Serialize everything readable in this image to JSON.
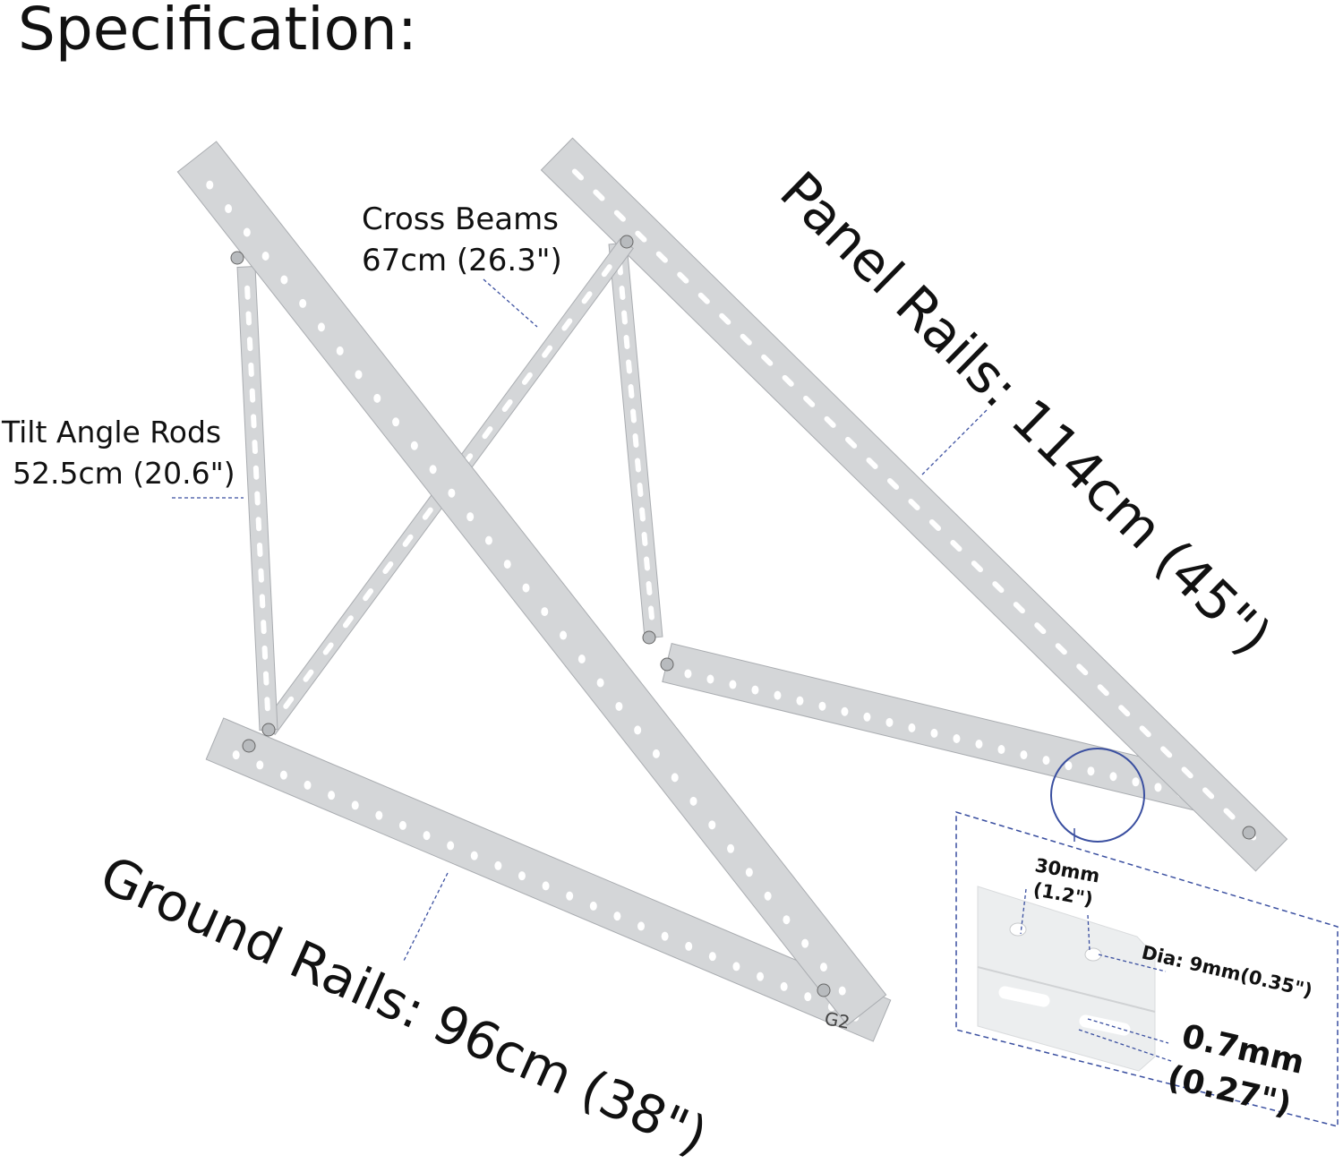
{
  "title": "Specification:",
  "labels": {
    "cross_beams": {
      "name": "Cross Beams",
      "size": "67cm (26.3\")"
    },
    "tilt_angle_rods": {
      "name": "Tilt Angle Rods",
      "size": "52.5cm (20.6\")"
    },
    "panel_rails": "Panel Rails: 114cm (45\")",
    "ground_rails": "Ground Rails: 96cm (38\")",
    "part_mark": "G2"
  },
  "detail": {
    "hole_spacing": {
      "mm": "30mm",
      "in": "(1.2\")"
    },
    "hole_diameter": "Dia: 9mm(0.35\")",
    "thickness": {
      "mm": "0.7mm",
      "in": "(0.27\")"
    }
  },
  "colors": {
    "metal": "#d4d6d8",
    "metal_edge": "#a9acb0",
    "hole": "#ffffff",
    "leader": "#3a4fa0",
    "text": "#111111"
  }
}
